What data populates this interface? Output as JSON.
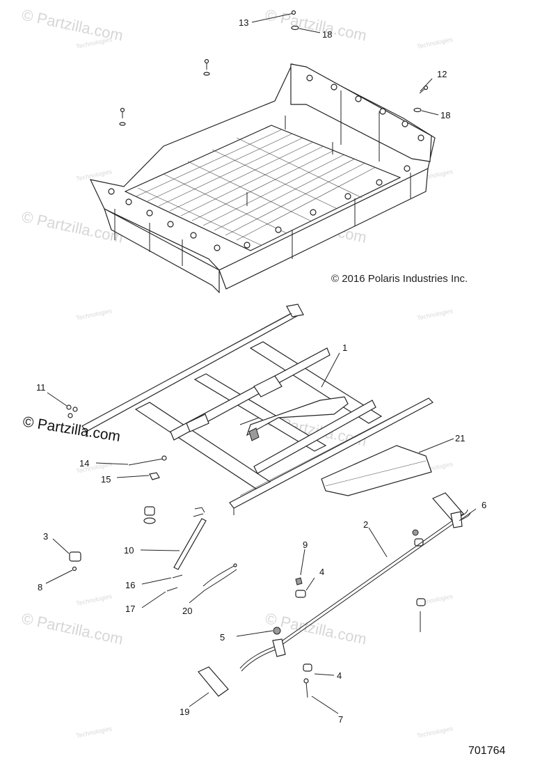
{
  "copyright_text": "© 2016 Polaris Industries Inc.",
  "part_number": "701764",
  "partzilla_banner": "© Partzilla.com",
  "watermark": {
    "partzilla": "© Partzilla.com",
    "technologies": "Technologies"
  },
  "callouts": [
    {
      "id": "c1",
      "label": "1"
    },
    {
      "id": "c2",
      "label": "2"
    },
    {
      "id": "c3",
      "label": "3"
    },
    {
      "id": "c4a",
      "label": "4"
    },
    {
      "id": "c4b",
      "label": "4"
    },
    {
      "id": "c5",
      "label": "5"
    },
    {
      "id": "c6",
      "label": "6"
    },
    {
      "id": "c7",
      "label": "7"
    },
    {
      "id": "c8",
      "label": "8"
    },
    {
      "id": "c9",
      "label": "9"
    },
    {
      "id": "c10",
      "label": "10"
    },
    {
      "id": "c11",
      "label": "11"
    },
    {
      "id": "c12",
      "label": "12"
    },
    {
      "id": "c13",
      "label": "13"
    },
    {
      "id": "c14",
      "label": "14"
    },
    {
      "id": "c15",
      "label": "15"
    },
    {
      "id": "c16",
      "label": "16"
    },
    {
      "id": "c17",
      "label": "17"
    },
    {
      "id": "c18a",
      "label": "18"
    },
    {
      "id": "c18b",
      "label": "18"
    },
    {
      "id": "c19",
      "label": "19"
    },
    {
      "id": "c20",
      "label": "20"
    },
    {
      "id": "c21",
      "label": "21"
    }
  ]
}
